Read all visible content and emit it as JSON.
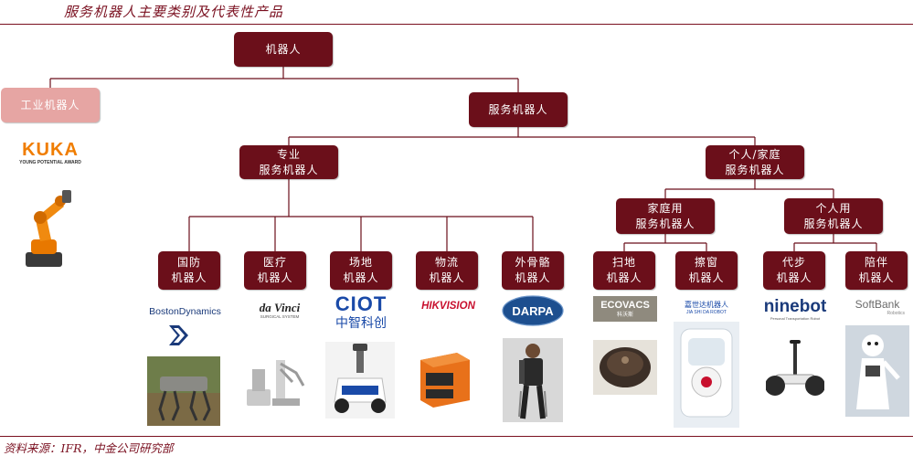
{
  "title": "服务机器人主要类别及代表性产品",
  "source": "资料来源：IFR，中金公司研究部",
  "colors": {
    "node": "#6b0f1a",
    "node_light": "#e6a5a3",
    "line": "#6b0f1a",
    "accent": "#7a1020"
  },
  "nodes": {
    "root": "机器人",
    "industrial": "工业机器人",
    "service": "服务机器人",
    "professional": "专业\n服务机器人",
    "personal": "个人/家庭\n服务机器人",
    "household": "家庭用\n服务机器人",
    "personal_use": "个人用\n服务机器人",
    "defense": "国防\n机器人",
    "medical": "医疗\n机器人",
    "venue": "场地\n机器人",
    "logistics": "物流\n机器人",
    "exoskeleton": "外骨骼\n机器人",
    "sweeping": "扫地\n机器人",
    "window": "擦窗\n机器人",
    "mobility": "代步\n机器人",
    "companion": "陪伴\n机器人"
  },
  "logos": {
    "kuka": "KUKA",
    "kuka_sub": "YOUNG POTENTIAL AWARD",
    "boston": "BostonDynamics",
    "davinci": "da Vinci",
    "davinci_sub": "SURGICAL SYSTEM",
    "ciot": "CIOT",
    "ciot_cn": "中智科创",
    "hikvision": "HIKVISION",
    "darpa": "DARPA",
    "ecovacs": "ECOVACS",
    "ecovacs_cn": "科沃斯",
    "jiashida": "嘉世达机器人",
    "jiashida_en": "JIA SHI DA ROBOT",
    "ninebot": "ninebot",
    "ninebot_sub": "Personal Transportation Robot",
    "softbank": "SoftBank",
    "softbank_sub": "Robotics"
  }
}
